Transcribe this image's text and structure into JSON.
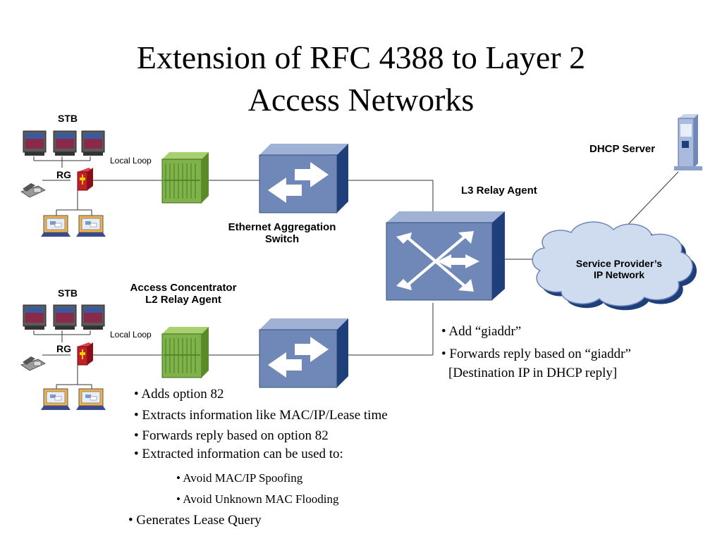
{
  "title": {
    "line1": "Extension of RFC 4388 to Layer 2",
    "line2": "Access Networks"
  },
  "labels": {
    "stb_top": "STB",
    "rg_top": "RG",
    "local_loop_top": "Local Loop",
    "stb_bottom": "STB",
    "rg_bottom": "RG",
    "local_loop_bottom": "Local Loop",
    "eth_agg_line1": "Ethernet Aggregation",
    "eth_agg_line2": "Switch",
    "access_conc_line1": "Access Concentrator",
    "access_conc_line2": "L2 Relay Agent",
    "l3_relay": "L3 Relay Agent",
    "dhcp_server": "DHCP Server",
    "cloud_line1": "Service Provider’s",
    "cloud_line2": "IP Network"
  },
  "l3_bullets": [
    "• Add “giaddr”",
    "• Forwards reply based on “giaddr”",
    "[Destination IP in DHCP reply]"
  ],
  "l2_bullets": [
    "• Adds option 82",
    "• Extracts information like MAC/IP/Lease time",
    "• Forwards reply based on option 82",
    "• Extracted information can be used to:"
  ],
  "l2_sub_bullets": [
    "• Avoid MAC/IP Spoofing",
    "• Avoid Unknown MAC Flooding"
  ],
  "final_bullet": "• Generates Lease Query",
  "icons": [
    "tv-icon",
    "router-icon",
    "phone-icon",
    "laptop-icon",
    "dslam-icon",
    "switch-icon",
    "l3-switch-icon",
    "server-icon",
    "cloud-icon"
  ],
  "colors": {
    "switch_front": "#6f88b8",
    "switch_side": "#1f3f7a",
    "dslam_green": "#7fb24a",
    "cloud_fill": "#cfdcef",
    "router_red": "#c0202a"
  }
}
